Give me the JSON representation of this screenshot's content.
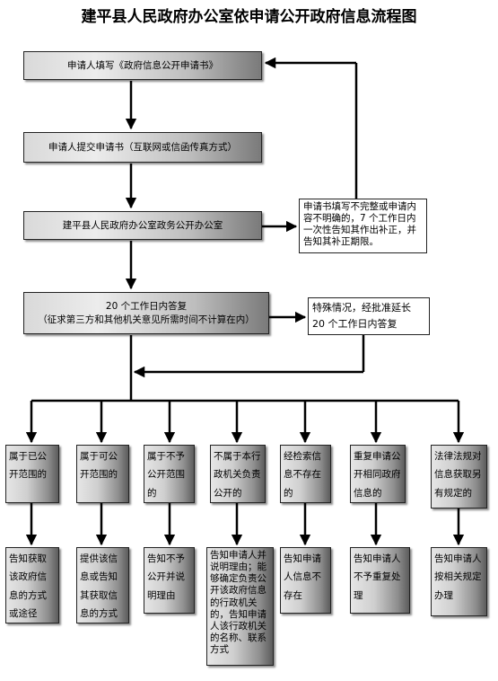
{
  "title": "建平县人民政府办公室依申请公开政府信息流程图",
  "steps": {
    "step1": "申请人填写《政府信息公开申请书》",
    "step2": "申请人提交申请书（互联网或信函传真方式）",
    "step3": "建平县人民政府办公室政务公开办公室",
    "step4_line1": "20 个工作日内答复",
    "step4_line2": "（征求第三方和其他机关意见所需时间不计算在内）"
  },
  "side_boxes": {
    "incomplete": "申请书填写不完整或申请内容不明确的，7 个工作日内一次性告知其作出补正，并告知其补正期限。",
    "extension_line1": "特殊情况，经批准延长",
    "extension_line2": "20 个工作日内答复"
  },
  "categories": [
    "属于已公开范围的",
    "属于可公开范围的",
    "属于不予公开范围的",
    "不属于本行政机关负责公开的",
    "经检索信息不存在的",
    "重复申请公开相同政府信息的",
    "法律法规对信息获取另有规定的"
  ],
  "outcomes": [
    "告知获取该政府信息的方式或途径",
    "提供该信息或告知其获取信息的方式",
    "告知不予公开并说明理由",
    "告知申请人并说明理由；能够确定负责公开该政府信息的行政机关的，告知申请人该行政机关的名称、联系方式",
    "告知申请人信息不存在",
    "告知申请人不予重复处理",
    "告知申请人按相关规定办理"
  ]
}
